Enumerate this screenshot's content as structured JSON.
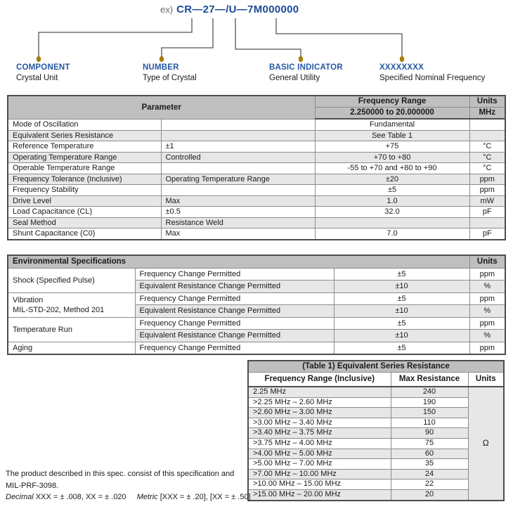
{
  "diagram": {
    "prefix": "ex)",
    "part_number": "CR—27—/U—7M000000",
    "callouts": [
      {
        "label": "COMPONENT",
        "desc": "Crystal Unit"
      },
      {
        "label": "NUMBER",
        "desc": "Type of Crystal"
      },
      {
        "label": "BASIC INDICATOR",
        "desc": "General Utility"
      },
      {
        "label": "XXXXXXXX",
        "desc": "Specified Nominal Frequency"
      }
    ]
  },
  "parameter_table": {
    "header": {
      "parameter": "Parameter",
      "frequency_range": "Frequency Range",
      "frequency_range_value": "2.250000 to 20.000000",
      "units": "Units",
      "units_value": "MHz"
    },
    "rows": [
      {
        "name": "Mode of Oscillation",
        "qualifier": "",
        "value": "Fundamental",
        "unit": ""
      },
      {
        "name": "Equivalent Series Resistance",
        "qualifier": "",
        "value": "See Table 1",
        "unit": ""
      },
      {
        "name": "Reference Temperature",
        "qualifier": "±1",
        "value": "+75",
        "unit": "°C"
      },
      {
        "name": "Operating Temperature Range",
        "qualifier": "Controlled",
        "value": "+70 to +80",
        "unit": "°C"
      },
      {
        "name": "Operable Temperature Range",
        "qualifier": "",
        "value": "-55 to +70 and +80 to +90",
        "unit": "°C"
      },
      {
        "name": "Frequency Tolerance (Inclusive)",
        "qualifier": "Operating Temperature Range",
        "value": "±20",
        "unit": "ppm"
      },
      {
        "name": "Frequency Stability",
        "qualifier": "",
        "value": "±5",
        "unit": "ppm"
      },
      {
        "name": "Drive Level",
        "qualifier": "Max",
        "value": "1.0",
        "unit": "mW"
      },
      {
        "name": "Load Capacitance (CL)",
        "qualifier": "±0.5",
        "value": "32.0",
        "unit": "pF"
      },
      {
        "name": "Seal Method",
        "qualifier": "Resistance Weld",
        "value": "",
        "unit": ""
      },
      {
        "name": "Shunt Capacitance (C0)",
        "qualifier": "Max",
        "value": "7.0",
        "unit": "pF"
      }
    ]
  },
  "environmental_table": {
    "title": "Environmental Specifications",
    "units_header": "Units",
    "groups": [
      {
        "name": "Shock (Specified Pulse)",
        "name2": "",
        "rows": [
          {
            "test": "Frequency Change Permitted",
            "value": "±5",
            "unit": "ppm"
          },
          {
            "test": "Equivalent Resistance Change Permitted",
            "value": "±10",
            "unit": "%"
          }
        ]
      },
      {
        "name": "Vibration",
        "name2": "MIL-STD-202, Method 201",
        "rows": [
          {
            "test": "Frequency Change Permitted",
            "value": "±5",
            "unit": "ppm"
          },
          {
            "test": "Equivalent Resistance Change Permitted",
            "value": "±10",
            "unit": "%"
          }
        ]
      },
      {
        "name": "Temperature Run",
        "name2": "",
        "rows": [
          {
            "test": "Frequency Change Permitted",
            "value": "±5",
            "unit": "ppm"
          },
          {
            "test": "Equivalent Resistance Change Permitted",
            "value": "±10",
            "unit": "%"
          }
        ]
      },
      {
        "name": "Aging",
        "name2": "",
        "rows": [
          {
            "test": "Frequency Change Permitted",
            "value": "±5",
            "unit": "ppm"
          }
        ]
      }
    ]
  },
  "esr_table": {
    "title": "(Table 1) Equivalent Series Resistance",
    "columns": {
      "range": "Frequency Range (Inclusive)",
      "resistance": "Max Resistance",
      "units": "Units"
    },
    "unit_value": "Ω",
    "rows": [
      {
        "range": "2.25 MHz",
        "resistance": "240"
      },
      {
        "range": ">2.25 MHz – 2.60 MHz",
        "resistance": "190"
      },
      {
        "range": ">2.60 MHz – 3.00 MHz",
        "resistance": "150"
      },
      {
        "range": ">3.00 MHz – 3.40 MHz",
        "resistance": "110"
      },
      {
        "range": ">3.40 MHz – 3.75 MHz",
        "resistance": "90"
      },
      {
        "range": ">3.75 MHz – 4.00 MHz",
        "resistance": "75"
      },
      {
        "range": ">4.00 MHz – 5.00 MHz",
        "resistance": "60"
      },
      {
        "range": ">5.00 MHz – 7.00 MHz",
        "resistance": "35"
      },
      {
        "range": ">7.00 MHz – 10.00 MHz",
        "resistance": "24"
      },
      {
        "range": ">10.00 MHz – 15.00 MHz",
        "resistance": "22"
      },
      {
        "range": ">15.00 MHz – 20.00 MHz",
        "resistance": "20"
      }
    ]
  },
  "footnote": {
    "line1": "The product described in this spec. consist of this specification and",
    "line2": "MIL-PRF-3098.",
    "decimal_label": "Decimal",
    "decimal_text": "XXX = ± .008, XX = ± .020",
    "metric_label": "Metric",
    "metric_text": "[XXX = ± .20], [XX = ± .50]"
  },
  "colors": {
    "header_gray": "#BFBFBF",
    "row_alt_gray": "#E7E7E7",
    "border_dark": "#4D4D4D",
    "border_light": "#8C8C8C",
    "part_number_blue": "#1B4A96",
    "callout_blue": "#2457A5",
    "dot_gold": "#A87E0B",
    "connector_gray": "#555555"
  }
}
